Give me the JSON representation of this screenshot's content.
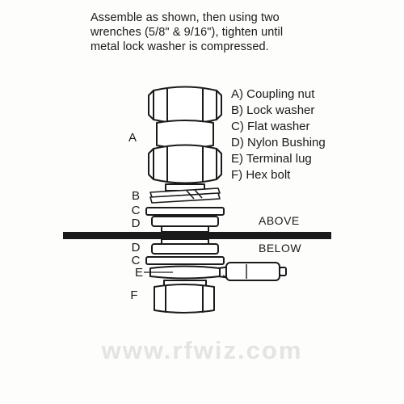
{
  "instructions": [
    "Assemble as shown, then using two",
    "wrenches (5/8\" & 9/16\"), tighten until",
    "metal lock washer is compressed."
  ],
  "legend": [
    "A) Coupling nut",
    "B) Lock washer",
    "C) Flat washer",
    "D) Nylon Bushing",
    "E) Terminal lug",
    "F) Hex bolt"
  ],
  "part_letters": {
    "a": "A",
    "b": "B",
    "c_top": "C",
    "d_top": "D",
    "d_bottom": "D",
    "c_bottom": "C",
    "e": "E",
    "f": "F"
  },
  "regions": {
    "above": "ABOVE",
    "below": "BELOW"
  },
  "watermark": "www.rfwiz.com",
  "colors": {
    "line": "#1a1a1a",
    "watermark": "#e4e4e2",
    "background": "#fdfdfc"
  }
}
